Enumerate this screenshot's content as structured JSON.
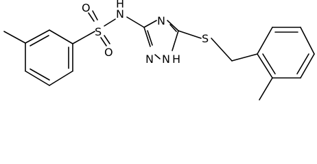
{
  "atoms": {
    "sulfur_sulfonyl": "S",
    "oxygen_top": "O",
    "oxygen_bottom": "O",
    "amide_nitrogen": "N",
    "amide_hydrogen": "H",
    "ring_nitrogen_top": "N",
    "ring_nitrogen_bottom": "N",
    "ring_nh_hydrogen": "H",
    "sulfur_thioether": "S"
  },
  "colors": {
    "bond": "#000000",
    "background": "#ffffff"
  }
}
